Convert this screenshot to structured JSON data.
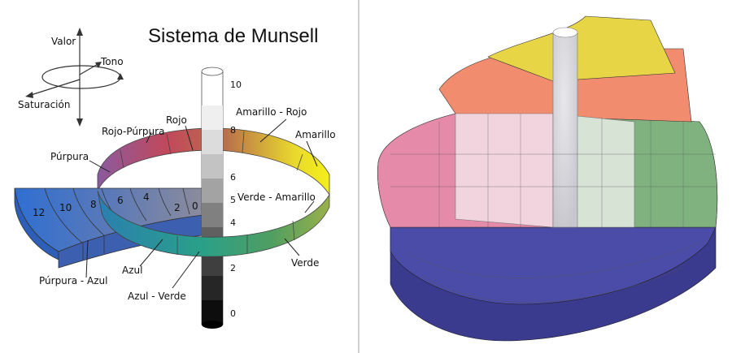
{
  "diagram": {
    "title": "Sistema de Munsell",
    "axes": {
      "value": "Valor",
      "hue": "Tono",
      "chroma": "Saturación"
    },
    "hues": [
      {
        "name": "Rojo",
        "color": "#c2485b"
      },
      {
        "name": "Amarillo - Rojo",
        "color": "#b86f4b"
      },
      {
        "name": "Amarillo",
        "color": "#f5ef1a"
      },
      {
        "name": "Verde - Amarillo",
        "color": "#9ab14a"
      },
      {
        "name": "Verde",
        "color": "#4f9e61"
      },
      {
        "name": "Azul - Verde",
        "color": "#2aa089"
      },
      {
        "name": "Azul",
        "color": "#2a7fb0"
      },
      {
        "name": "Púrpura - Azul",
        "color": "#4a5fb3"
      },
      {
        "name": "Púrpura",
        "color": "#8a5a9e"
      },
      {
        "name": "Rojo-Púrpura",
        "color": "#b05b7e"
      }
    ],
    "value_ticks": [
      "10",
      "8",
      "6",
      "5",
      "4",
      "2",
      "0"
    ],
    "chroma_steps": [
      "12",
      "10",
      "8",
      "6",
      "4",
      "2",
      "0"
    ]
  },
  "photo": {
    "icon": "munsell-solid-model"
  }
}
